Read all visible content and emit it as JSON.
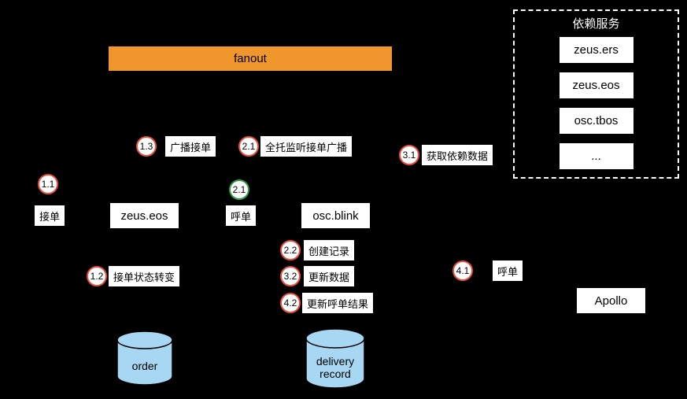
{
  "canvas": {
    "background": "#000000"
  },
  "fanout": {
    "label": "fanout",
    "fill": "#ef962d"
  },
  "dependency_panel": {
    "title": "依赖服务",
    "services": [
      {
        "label": "zeus.ers"
      },
      {
        "label": "zeus.eos"
      },
      {
        "label": "osc.tbos"
      },
      {
        "label": "..."
      }
    ]
  },
  "nodes": {
    "zeus_eos": {
      "label": "zeus.eos"
    },
    "osc_blink": {
      "label": "osc.blink"
    },
    "apollo": {
      "label": "Apollo"
    }
  },
  "badges": [
    {
      "num": "1.3",
      "label": "广播接单",
      "ring": "#e74c3c"
    },
    {
      "num": "2.1",
      "label": "全托监听接单广播",
      "ring": "#e74c3c"
    },
    {
      "num": "3.1",
      "label": "获取依赖数据",
      "ring": "#e74c3c"
    },
    {
      "num": "1.1",
      "label": "接单",
      "ring": "#e74c3c"
    },
    {
      "num": "2.1",
      "label": "呼单",
      "ring": "#2e9e44"
    },
    {
      "num": "2.2",
      "label": "创建记录",
      "ring": "#e74c3c"
    },
    {
      "num": "3.2",
      "label": "更新数据",
      "ring": "#e74c3c"
    },
    {
      "num": "4.2",
      "label": "更新呼单结果",
      "ring": "#e74c3c"
    },
    {
      "num": "1.2",
      "label": "接单状态转变",
      "ring": "#e74c3c"
    },
    {
      "num": "4.1",
      "label": "呼单",
      "ring": "#e74c3c"
    }
  ],
  "databases": {
    "order": {
      "label": "order",
      "fill": "#a7d7f3"
    },
    "delivery": {
      "label": "delivery\nrecord",
      "fill": "#a7d7f3"
    }
  }
}
